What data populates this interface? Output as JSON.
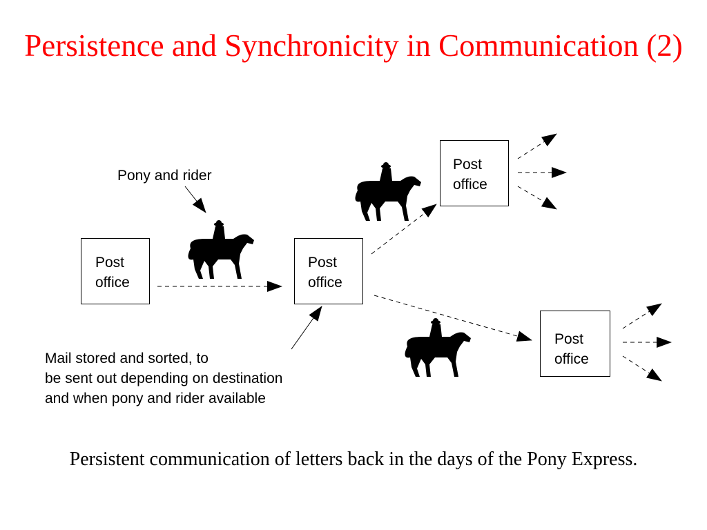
{
  "title": "Persistence and Synchronicity in Communication (2)",
  "caption": "Persistent communication of letters back in the days of the Pony Express.",
  "diagram": {
    "post_office_line1": "Post",
    "post_office_line2": "office",
    "pony_label": "Pony and rider",
    "mail_note": {
      "line1": "Mail stored and sorted, to",
      "line2": "be sent out depending on destination",
      "line3": "and when pony and rider available"
    }
  },
  "colors": {
    "title": "#ff0000",
    "text": "#000000"
  }
}
